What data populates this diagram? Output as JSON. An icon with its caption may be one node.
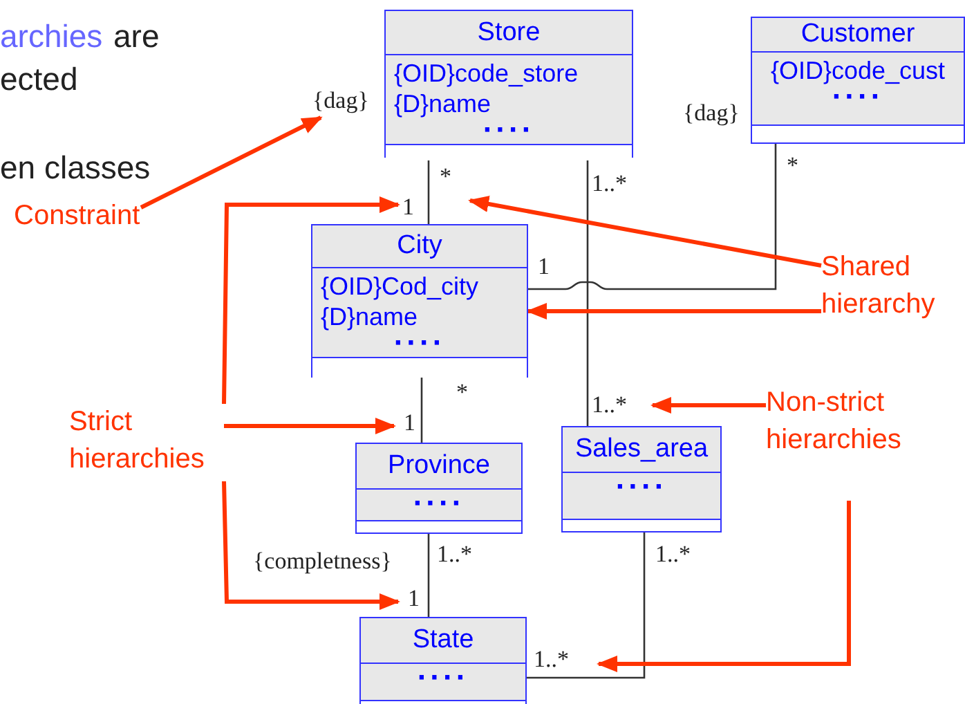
{
  "diagram": {
    "nodes": [
      {
        "text": [
          "Store",
          "{OID}code_store {D}name",
          "····"
        ]
      },
      {
        "text": [
          "Customer",
          "{OID}code_cust",
          "····"
        ]
      },
      {
        "text": [
          "City",
          "{OID}Cod_city {D}name",
          "····"
        ]
      },
      {
        "text": [
          "Province",
          "····"
        ]
      },
      {
        "text": [
          "Sales_area",
          "····"
        ]
      },
      {
        "text": [
          "State",
          "····"
        ]
      },
      {
        "text": [
          "Constraint"
        ]
      },
      {
        "text": [
          "{dag}"
        ]
      },
      {
        "text": [
          "Shared hierarchy"
        ]
      },
      {
        "text": [
          "Strict hierarchies"
        ]
      },
      {
        "text": [
          "Non-strict hierarchies"
        ]
      }
    ],
    "edges": [
      {
        "from": 0,
        "to": 2,
        "arrow": "none",
        "color": "#333333"
      },
      {
        "from": 0,
        "to": 4,
        "arrow": "none",
        "color": "#333333"
      },
      {
        "from": 1,
        "to": 2,
        "arrow": "none",
        "color": "#333333"
      },
      {
        "from": 2,
        "to": 3,
        "arrow": "none",
        "color": "#333333"
      },
      {
        "from": 3,
        "to": 5,
        "arrow": "none",
        "color": "#333333"
      },
      {
        "from": 4,
        "to": 5,
        "arrow": "none",
        "color": "#333333"
      },
      {
        "from": 6,
        "to": 7,
        "arrow": "to"
      },
      {
        "from": 8,
        "to": 2,
        "arrow": "to"
      },
      {
        "from": 8,
        "to": 2,
        "arrow": "to"
      },
      {
        "from": 9,
        "to": 2,
        "arrow": "to"
      },
      {
        "from": 9,
        "to": 3,
        "arrow": "to"
      },
      {
        "from": 9,
        "to": 5,
        "arrow": "to"
      },
      {
        "from": 10,
        "to": 4,
        "arrow": "to"
      },
      {
        "from": 10,
        "to": 5,
        "arrow": "to"
      }
    ],
    "labels": [
      "archies",
      "are",
      "ected",
      "en classes",
      "*",
      "1",
      "1..*",
      "{dag}",
      "*",
      "1",
      "*",
      "1",
      "1..*",
      "1..*",
      "{completness}",
      "1",
      "1..*",
      "1..*"
    ]
  }
}
